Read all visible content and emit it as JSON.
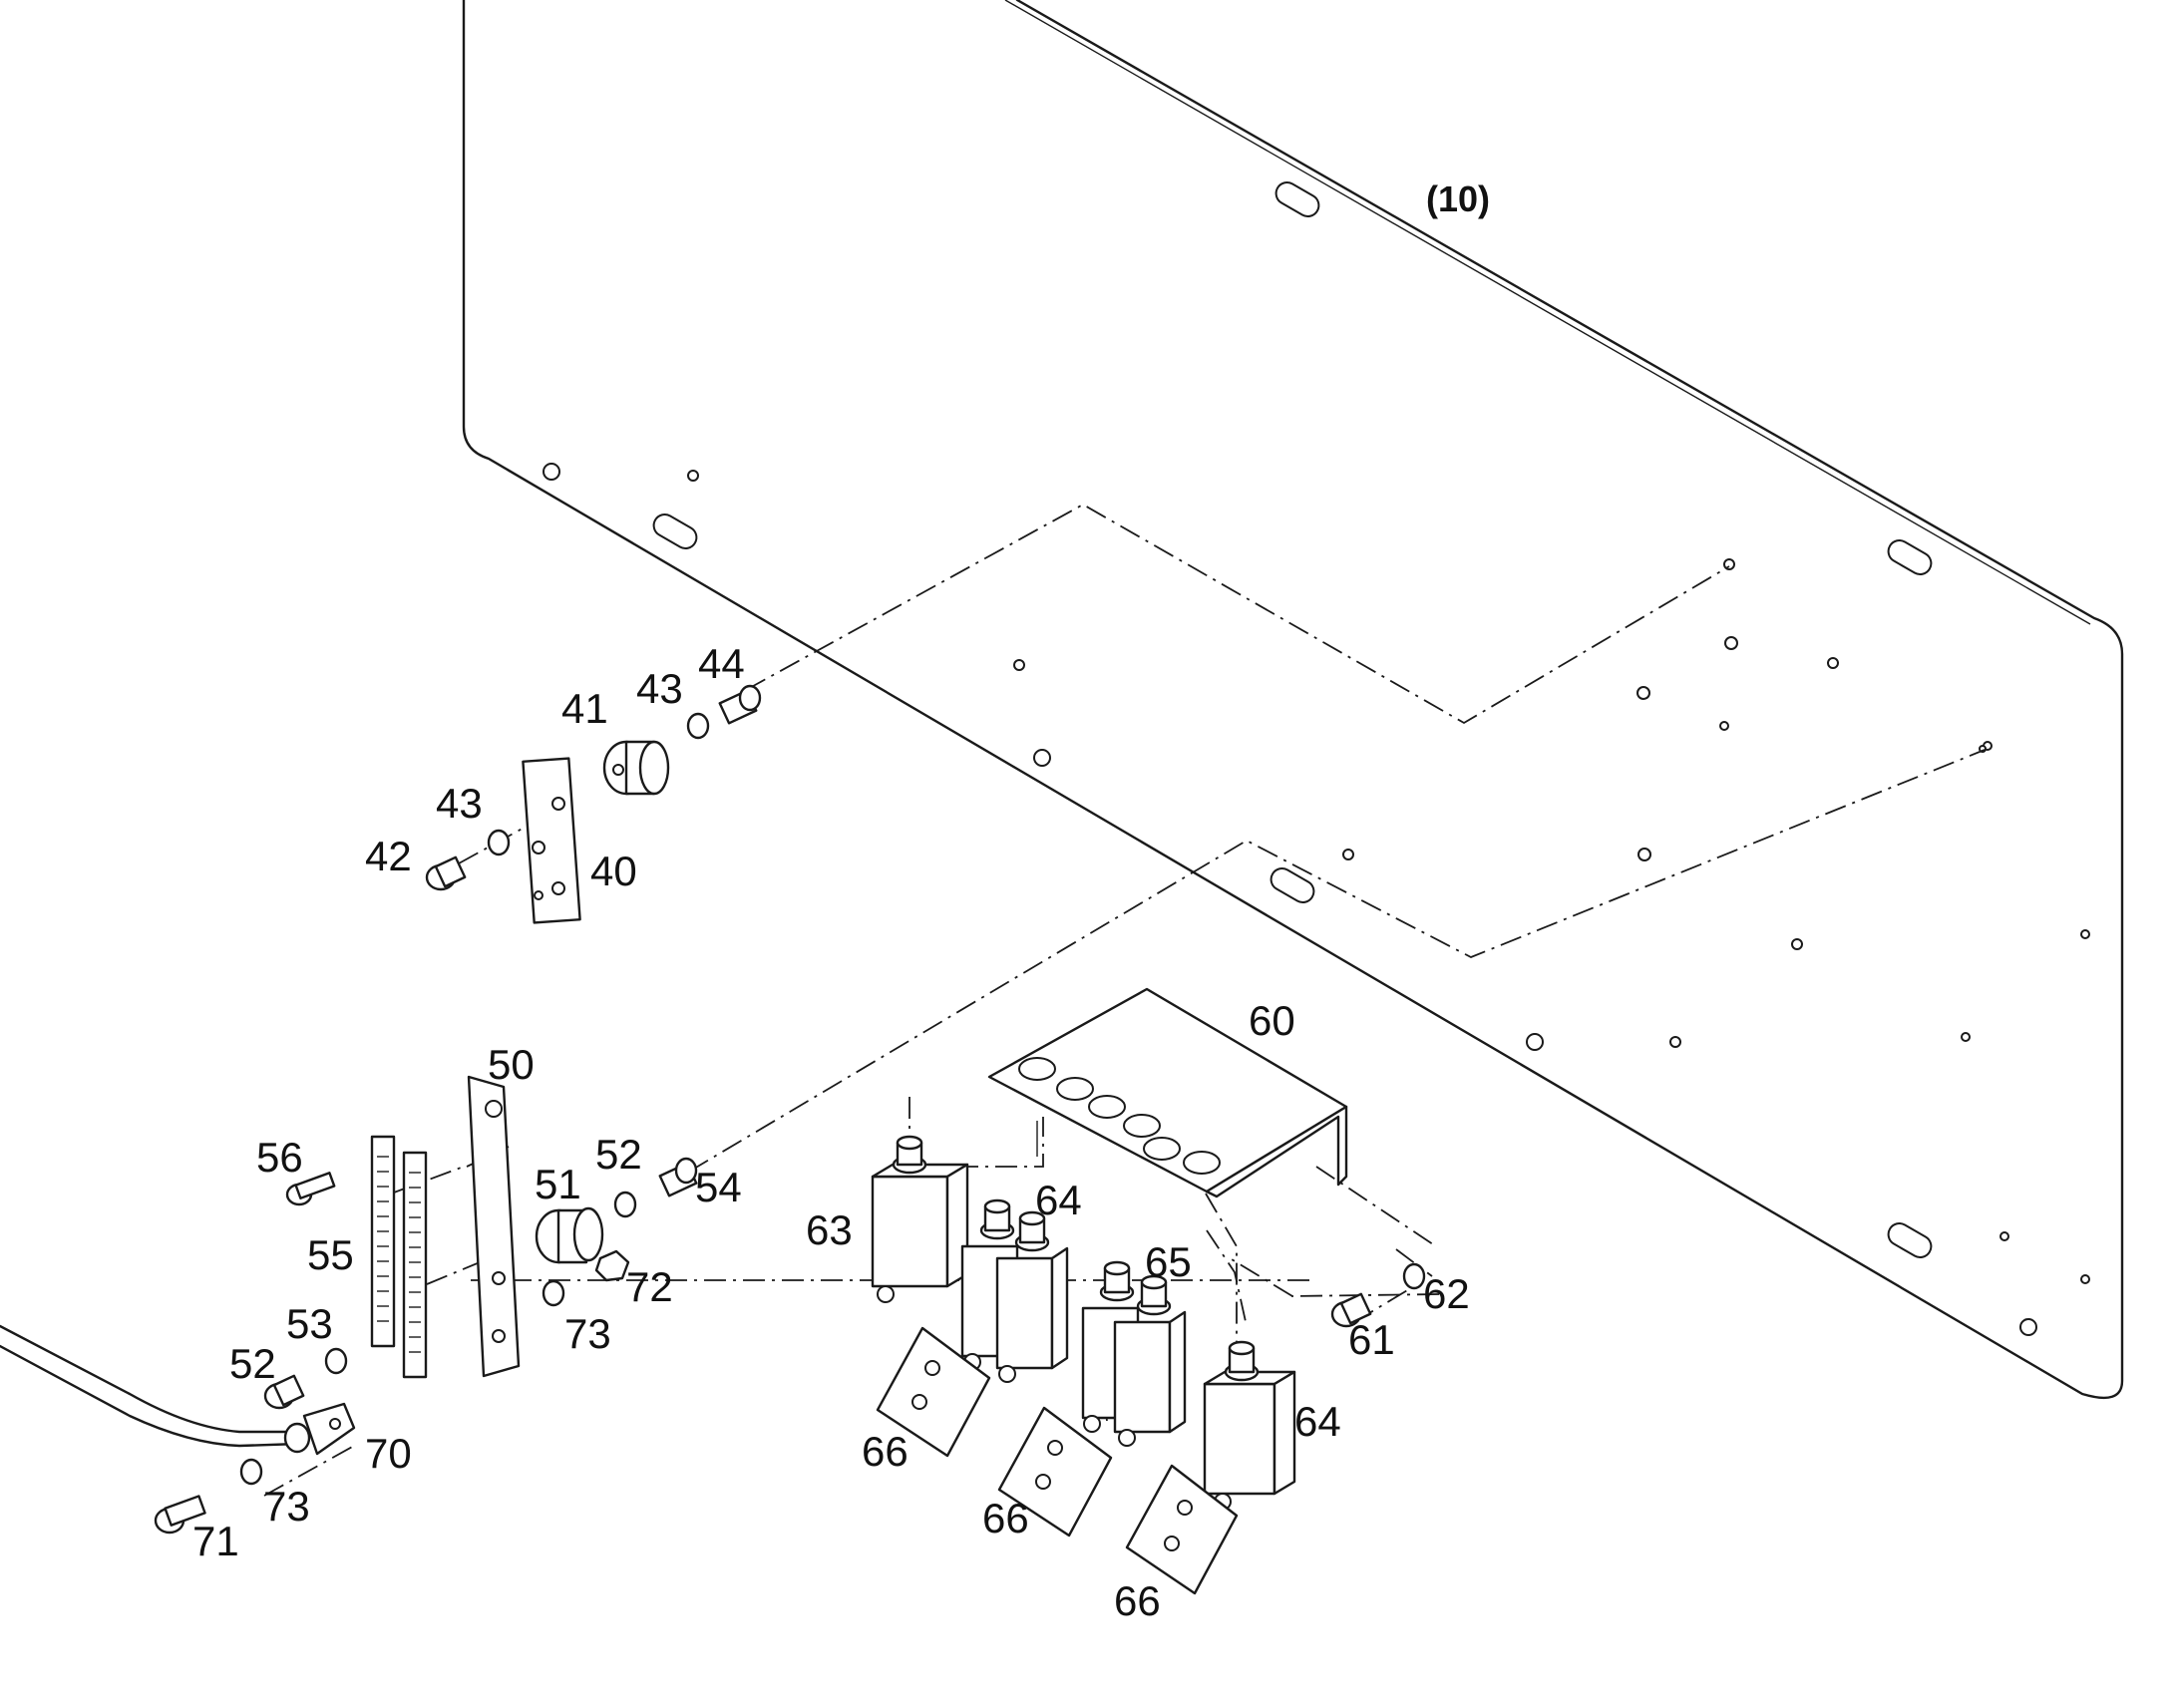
{
  "diagram": {
    "assembly_ref": "(10)",
    "callouts": [
      {
        "id": "c40",
        "text": "40"
      },
      {
        "id": "c41",
        "text": "41"
      },
      {
        "id": "c42",
        "text": "42"
      },
      {
        "id": "c43a",
        "text": "43"
      },
      {
        "id": "c43b",
        "text": "43"
      },
      {
        "id": "c44",
        "text": "44"
      },
      {
        "id": "c50",
        "text": "50"
      },
      {
        "id": "c51",
        "text": "51"
      },
      {
        "id": "c52a",
        "text": "52"
      },
      {
        "id": "c52b",
        "text": "52"
      },
      {
        "id": "c53",
        "text": "53"
      },
      {
        "id": "c54",
        "text": "54"
      },
      {
        "id": "c55",
        "text": "55"
      },
      {
        "id": "c56",
        "text": "56"
      },
      {
        "id": "c60",
        "text": "60"
      },
      {
        "id": "c61",
        "text": "61"
      },
      {
        "id": "c62",
        "text": "62"
      },
      {
        "id": "c63",
        "text": "63"
      },
      {
        "id": "c64a",
        "text": "64"
      },
      {
        "id": "c64b",
        "text": "64"
      },
      {
        "id": "c65",
        "text": "65"
      },
      {
        "id": "c66a",
        "text": "66"
      },
      {
        "id": "c66b",
        "text": "66"
      },
      {
        "id": "c66c",
        "text": "66"
      },
      {
        "id": "c70",
        "text": "70"
      },
      {
        "id": "c71",
        "text": "71"
      },
      {
        "id": "c72",
        "text": "72"
      },
      {
        "id": "c73a",
        "text": "73"
      },
      {
        "id": "c73b",
        "text": "73"
      }
    ]
  }
}
